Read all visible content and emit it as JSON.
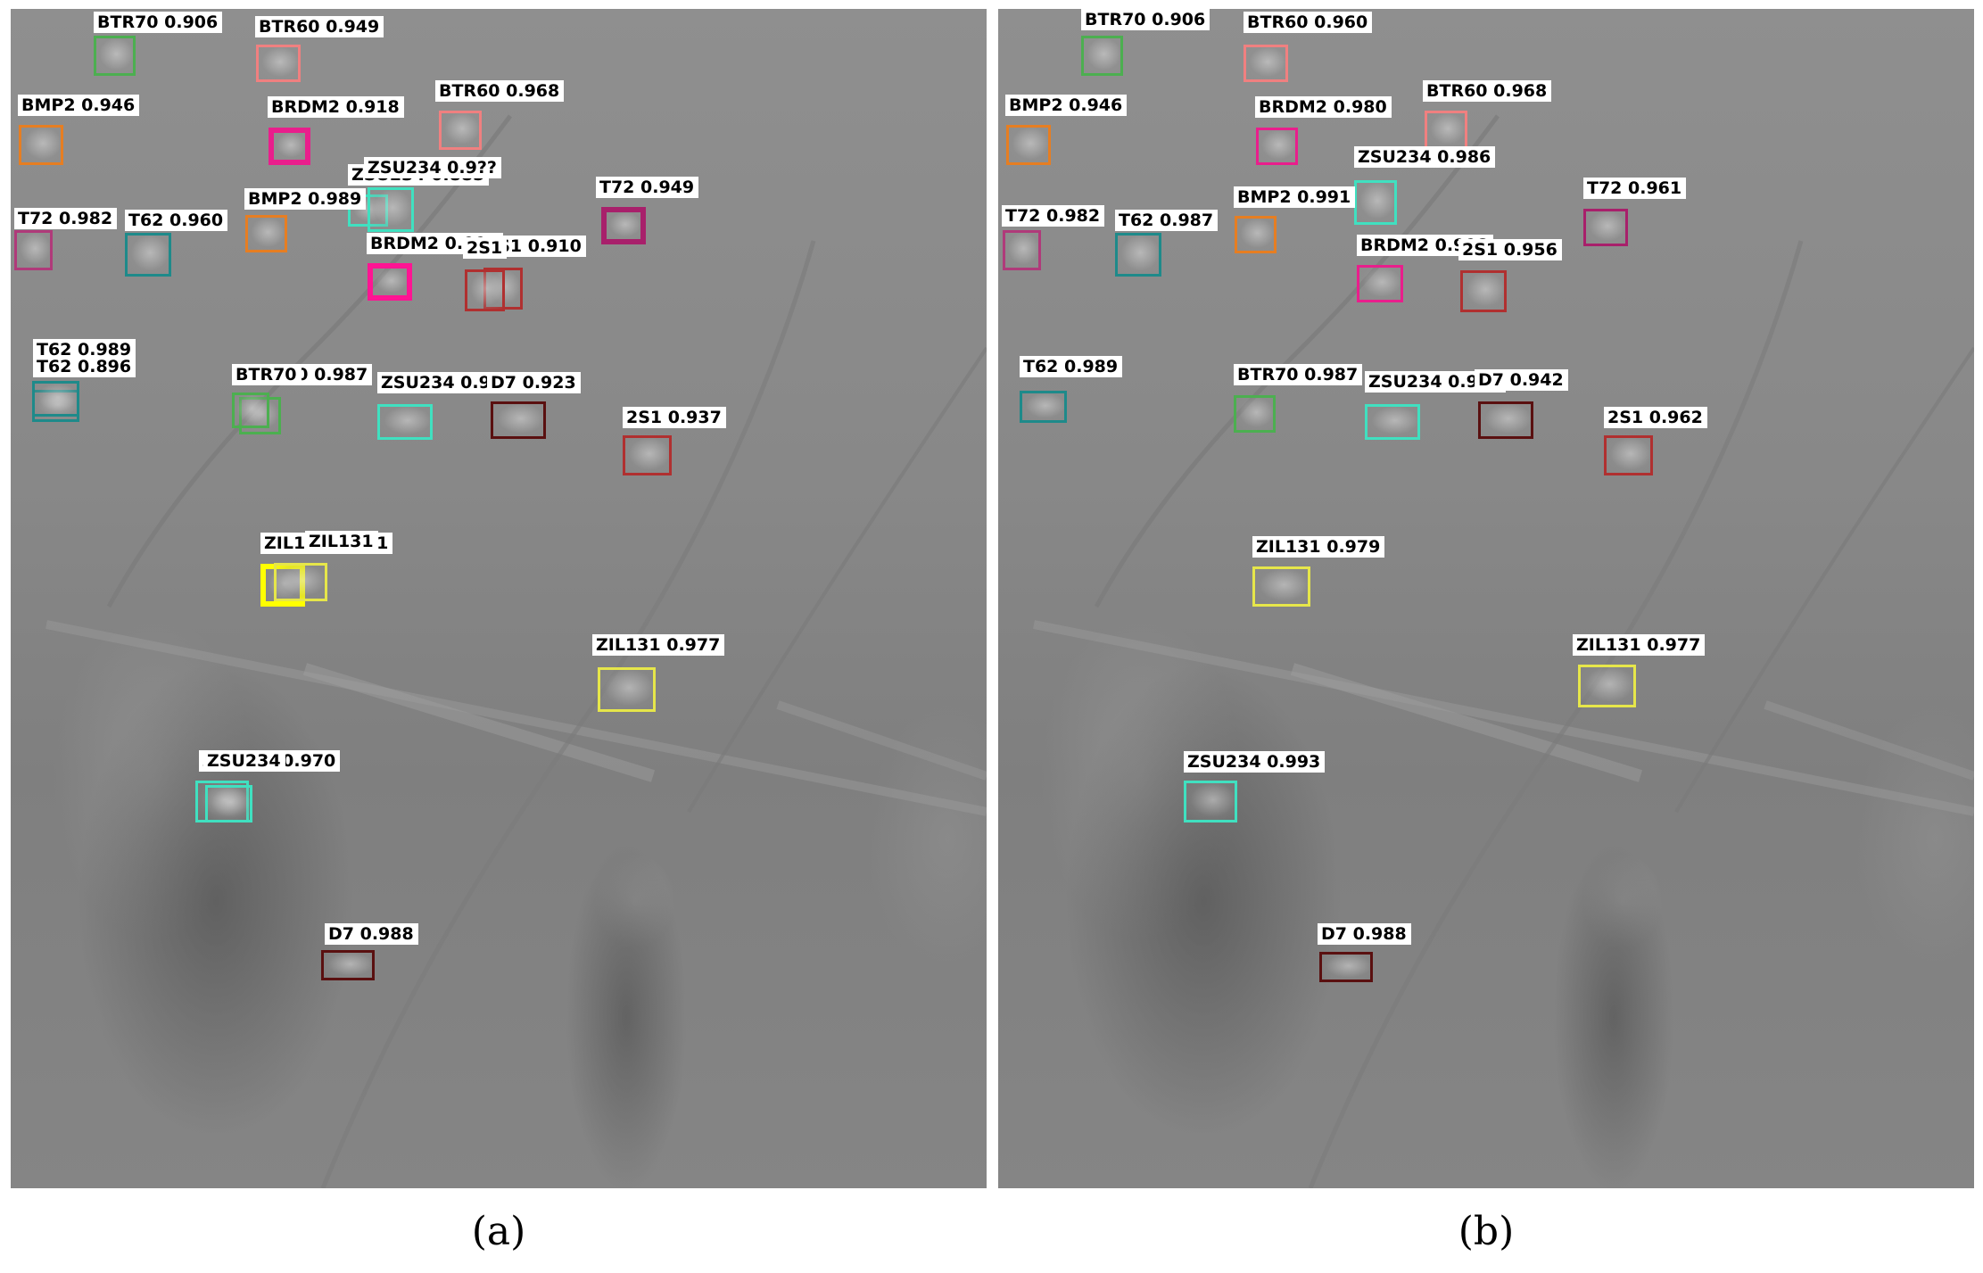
{
  "panels": [
    {
      "caption": "(a)",
      "detections": [
        {
          "label": "BTR70 0.906",
          "color": "#4caf50"
        },
        {
          "label": "BTR60 0.949",
          "color": "#f08080"
        },
        {
          "label": "BMP2 0.946",
          "color": "#e67e22"
        },
        {
          "label": "BRDM2 0.918",
          "color": "#e91e8c"
        },
        {
          "label": "BTR60 0.968",
          "color": "#f08080"
        },
        {
          "label": "ZSU234 0.885",
          "color": "#40e0c0"
        },
        {
          "label": "ZSU234 0.9??",
          "color": "#40e0c0"
        },
        {
          "label": "T72 0.949",
          "color": "#a8206b"
        },
        {
          "label": "BMP2 0.989",
          "color": "#e67e22"
        },
        {
          "label": "T72 0.982",
          "color": "#b03a7a"
        },
        {
          "label": "T62 0.960",
          "color": "#1e8a8a"
        },
        {
          "label": "BRDM2 0.994",
          "color": "#ff1493"
        },
        {
          "label": "2S1 0.910",
          "color": "#b03030"
        },
        {
          "label": "2S1",
          "color": "#b03030"
        },
        {
          "label": "T62 0.989",
          "color": "#1e8a8a"
        },
        {
          "label": "T62 0.896",
          "color": "#1e8a8a"
        },
        {
          "label": "BTR70 0.987",
          "color": "#4caf50"
        },
        {
          "label": "BTR70",
          "color": "#4caf50"
        },
        {
          "label": "ZSU234 0.941",
          "color": "#40e0c0"
        },
        {
          "label": "D7 0.923",
          "color": "#5a1010"
        },
        {
          "label": "2S1 0.937",
          "color": "#b03030"
        },
        {
          "label": "ZIL131 0.941",
          "color": "#ffff00"
        },
        {
          "label": "ZIL131",
          "color": "#e6e64a"
        },
        {
          "label": "ZIL131 0.977",
          "color": "#e6e64a"
        },
        {
          "label": "ZSU234 0.970",
          "color": "#40e0c0"
        },
        {
          "label": "ZSU234",
          "color": "#40e0c0"
        },
        {
          "label": "D7 0.988",
          "color": "#5a1010"
        }
      ]
    },
    {
      "caption": "(b)",
      "detections": [
        {
          "label": "BTR70 0.906",
          "color": "#4caf50"
        },
        {
          "label": "BTR60 0.960",
          "color": "#f08080"
        },
        {
          "label": "BMP2 0.946",
          "color": "#e67e22"
        },
        {
          "label": "BRDM2 0.980",
          "color": "#e91e8c"
        },
        {
          "label": "BTR60 0.968",
          "color": "#f08080"
        },
        {
          "label": "ZSU234 0.986",
          "color": "#40e0c0"
        },
        {
          "label": "T72 0.961",
          "color": "#a8206b"
        },
        {
          "label": "BMP2 0.991",
          "color": "#e67e22"
        },
        {
          "label": "T72 0.982",
          "color": "#b03a7a"
        },
        {
          "label": "T62 0.987",
          "color": "#1e8a8a"
        },
        {
          "label": "BRDM2 0.998",
          "color": "#e91e8c"
        },
        {
          "label": "2S1 0.956",
          "color": "#b03030"
        },
        {
          "label": "T62 0.989",
          "color": "#1e8a8a"
        },
        {
          "label": "BTR70 0.987",
          "color": "#4caf50"
        },
        {
          "label": "ZSU234 0.994",
          "color": "#40e0c0"
        },
        {
          "label": "D7 0.942",
          "color": "#5a1010"
        },
        {
          "label": "2S1 0.962",
          "color": "#b03030"
        },
        {
          "label": "ZIL131 0.979",
          "color": "#e6e64a"
        },
        {
          "label": "ZIL131 0.977",
          "color": "#e6e64a"
        },
        {
          "label": "ZSU234 0.993",
          "color": "#40e0c0"
        },
        {
          "label": "D7 0.988",
          "color": "#5a1010"
        }
      ]
    }
  ]
}
